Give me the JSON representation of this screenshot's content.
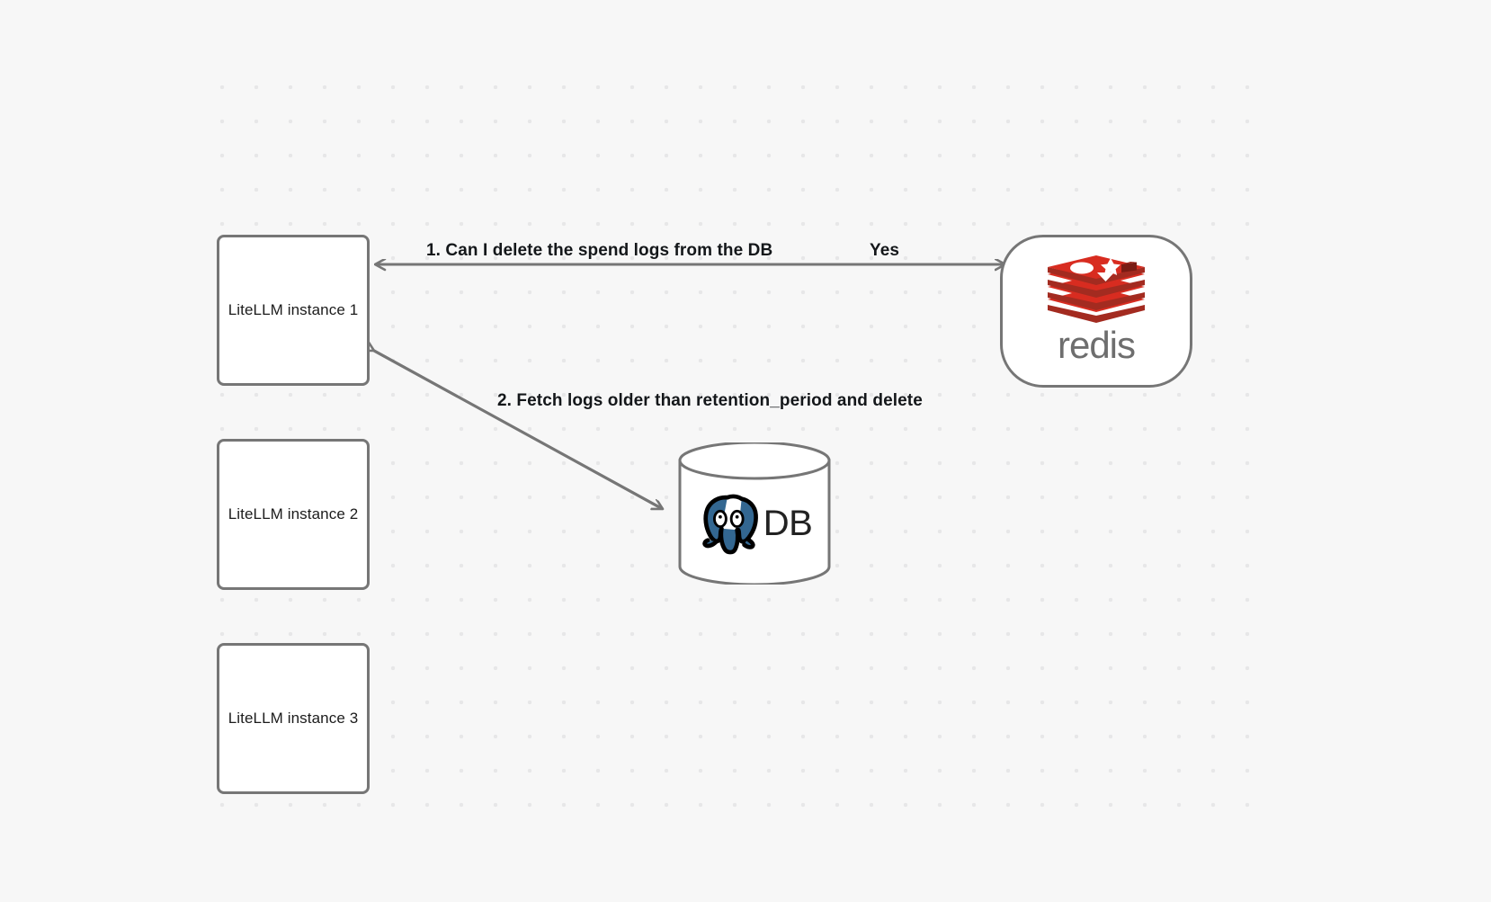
{
  "canvas": {
    "background_color": "#f7f7f7",
    "grid": "dot-grid",
    "grid_dot_color": "#e7e7e8"
  },
  "nodes": [
    {
      "id": "litellm-1",
      "label": "LiteLLM instance 1",
      "type": "box"
    },
    {
      "id": "litellm-2",
      "label": "LiteLLM instance 2",
      "type": "box"
    },
    {
      "id": "litellm-3",
      "label": "LiteLLM instance 3",
      "type": "box"
    },
    {
      "id": "redis",
      "label": "redis",
      "type": "rounded-box",
      "icon": "redis-logo-icon",
      "accent_color": "#d82c20"
    },
    {
      "id": "database",
      "label": "DB",
      "type": "cylinder",
      "icon": "postgresql-elephant-icon",
      "accent_color": "#336791"
    }
  ],
  "edges": [
    {
      "id": "edge-1",
      "from": "litellm-1",
      "to": "redis",
      "label": "1.  Can I delete the spend logs from the DB",
      "reply_label": "Yes",
      "stroke_color": "#767676"
    },
    {
      "id": "edge-2",
      "from": "database",
      "to": "litellm-1",
      "label": "2.  Fetch logs older than retention_period and delete",
      "stroke_color": "#767676"
    }
  ],
  "labels": {
    "step_1": "1.  Can I delete the spend logs from the DB",
    "step_1_reply": "Yes",
    "step_2": "2.  Fetch logs older than retention_period and delete"
  }
}
